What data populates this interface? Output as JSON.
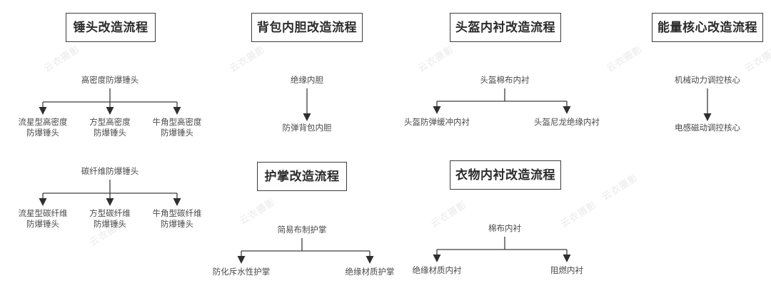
{
  "page": {
    "background_color": "#ffffff",
    "line_color": "#3d3d3d",
    "text_color": "#4a4a4a",
    "title_color": "#2b2b2b",
    "watermark_text": "云衣摄影"
  },
  "flows": [
    {
      "id": "hammer",
      "title": "锤头改造流程",
      "trees": [
        {
          "root": "高密度防爆锤头",
          "children": [
            "流星型高密度\n防爆锤头",
            "方型高密度\n防爆锤头",
            "牛角型高密度\n防爆锤头"
          ]
        },
        {
          "root": "碳纤维防爆锤头",
          "children": [
            "流星型碳纤维\n防爆锤头",
            "方型碳纤维\n防爆锤头",
            "牛角型碳纤维\n防爆锤头"
          ]
        }
      ]
    },
    {
      "id": "backpack-liner",
      "title": "背包内胆改造流程",
      "trees": [
        {
          "root": "绝缘内胆",
          "children": [
            "防弹背包内胆"
          ]
        }
      ]
    },
    {
      "id": "helmet-liner",
      "title": "头盔内衬改造流程",
      "trees": [
        {
          "root": "头盔棉布内衬",
          "children": [
            "头盔防弹缓冲内衬",
            "头盔尼龙绝缘内衬"
          ]
        }
      ]
    },
    {
      "id": "energy-core",
      "title": "能量核心改造流程",
      "trees": [
        {
          "root": "机械动力调控核心",
          "children": [
            "电感磁动调控核心"
          ]
        }
      ]
    },
    {
      "id": "hand-guard",
      "title": "护掌改造流程",
      "trees": [
        {
          "root": "简易布制护掌",
          "children": [
            "防化斥水性护掌",
            "绝缘材质护掌"
          ]
        }
      ]
    },
    {
      "id": "clothing-liner",
      "title": "衣物内衬改造流程",
      "trees": [
        {
          "root": "棉布内衬",
          "children": [
            "绝缘材质内衬",
            "阻燃内衬"
          ]
        }
      ]
    }
  ],
  "labels": {
    "hammer_title": "锤头改造流程",
    "hammer_root_1": "高密度防爆锤头",
    "hammer_c1a": "流星型高密度防爆锤头",
    "hammer_c1a_l1": "流星型高密度",
    "hammer_c1a_l2": "防爆锤头",
    "hammer_c1b_l1": "方型高密度",
    "hammer_c1b_l2": "防爆锤头",
    "hammer_c1c_l1": "牛角型高密度",
    "hammer_c1c_l2": "防爆锤头",
    "hammer_root_2": "碳纤维防爆锤头",
    "hammer_c2a_l1": "流星型碳纤维",
    "hammer_c2a_l2": "防爆锤头",
    "hammer_c2b_l1": "方型碳纤维",
    "hammer_c2b_l2": "防爆锤头",
    "hammer_c2c_l1": "牛角型碳纤维",
    "hammer_c2c_l2": "防爆锤头",
    "backpack_title": "背包内胆改造流程",
    "backpack_root": "绝缘内胆",
    "backpack_child": "防弹背包内胆",
    "helmet_title": "头盔内衬改造流程",
    "helmet_root": "头盔棉布内衬",
    "helmet_child_a": "头盔防弹缓冲内衬",
    "helmet_child_b": "头盔尼龙绝缘内衬",
    "energy_title": "能量核心改造流程",
    "energy_root": "机械动力调控核心",
    "energy_child": "电感磁动调控核心",
    "guard_title": "护掌改造流程",
    "guard_root": "简易布制护掌",
    "guard_child_a": "防化斥水性护掌",
    "guard_child_b": "绝缘材质护掌",
    "cloth_title": "衣物内衬改造流程",
    "cloth_root": "棉布内衬",
    "cloth_child_a": "绝缘材质内衬",
    "cloth_child_b": "阻燃内衬"
  },
  "watermarks": [
    "云衣摄影",
    "云衣摄影",
    "云衣摄影",
    "云衣摄影",
    "云衣摄影",
    "云衣摄影",
    "云衣摄影",
    "云衣摄影",
    "云衣摄影",
    "云衣摄影"
  ]
}
